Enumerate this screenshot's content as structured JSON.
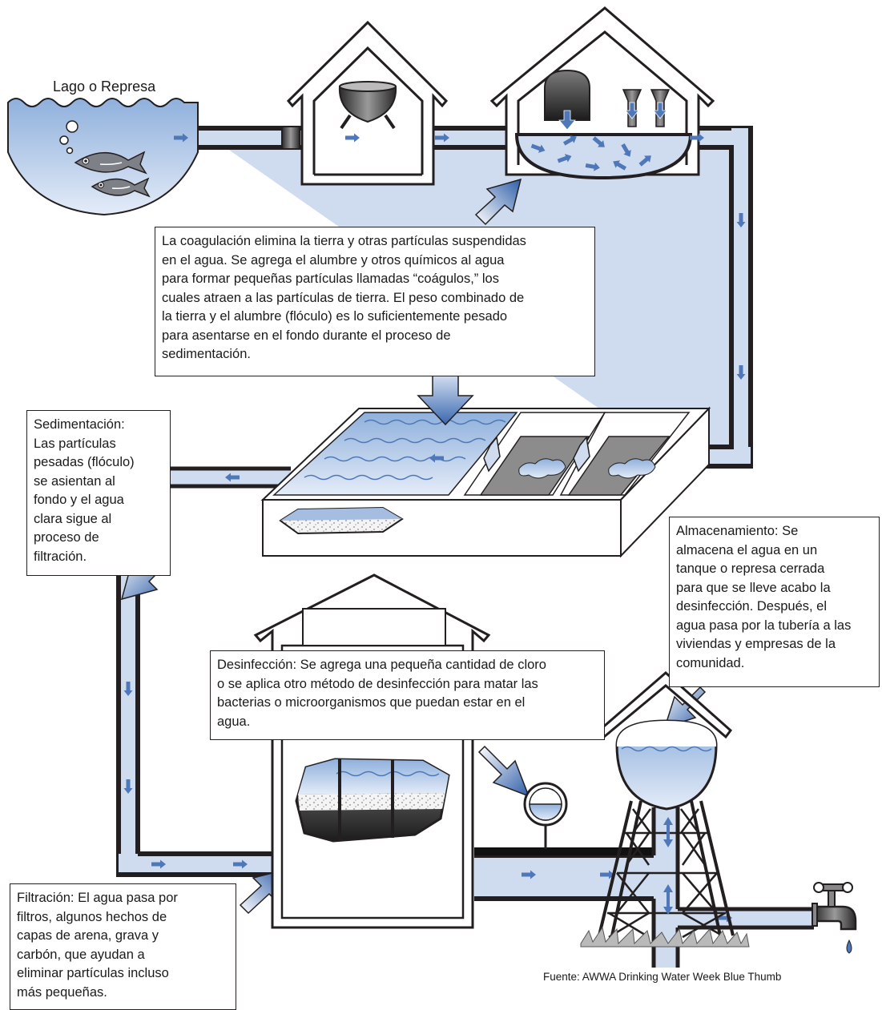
{
  "labels": {
    "lake": "Lago o Represa",
    "source": "Fuente: AWWA Drinking Water Week Blue Thumb"
  },
  "boxes": {
    "coagulation": "La coagulación elimina la tierra y otras partículas suspendidas\nen el agua. Se agrega el alumbre y otros químicos al agua\npara formar pequeñas partículas llamadas “coágulos,” los\ncuales atraen a las partículas de tierra. El peso combinado de\nla tierra y el alumbre (flóculo) es lo suficientemente pesado\npara asentarse en el fondo durante el proceso de\nsedimentación.",
    "sedimentation": "Sedimentación:\nLas partículas\npesadas (flóculo)\nse asientan al\nfondo y el agua\nclara sigue al\nproceso de\nfiltración.",
    "storage": "Almacenamiento: Se\nalmacena el agua en un\ntanque o represa cerrada\npara que se lleve acabo la\ndesinfección. Después, el\nagua pasa por la tubería a las\nviviendas y empresas de la\ncomunidad.",
    "disinfection": "Desinfección: Se agrega una pequeña cantidad de cloro\no se aplica otro método de desinfección para matar las\nbacterias o microorganismos que puedan estar en el\nagua.",
    "filtration": "Filtración: El agua pasa por\nfiltros, algunos hechos de\ncapas de arena, grava y\ncarbón, que ayudan a\neliminar partículas incluso\nmás pequeñas."
  },
  "colors": {
    "water": "#cfdcf0",
    "flow_arrow": "#4f78b8",
    "outline": "#231f20"
  }
}
